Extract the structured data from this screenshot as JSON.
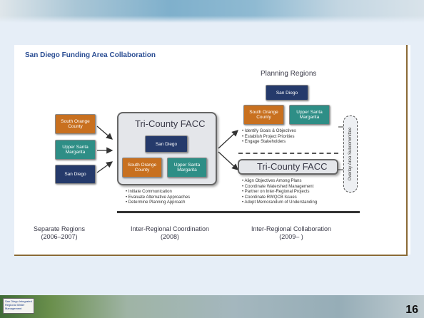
{
  "slide": {
    "number": "16",
    "logo_text": "San Diego Integrated Regional Water Management",
    "title": "San Diego Funding Area Collaboration"
  },
  "separate_regions": {
    "south_orange": "South Orange County",
    "upper_santa_margarita": "Upper Santa Margarita",
    "san_diego": "San Diego"
  },
  "tri_county_left": {
    "title": "Tri-County FACC",
    "san_diego": "San Diego",
    "south_orange": "South Orange County",
    "upper_santa_margarita": "Upper Santa Margarita",
    "bullets": [
      "Initiate Communication",
      "Evaluate Alternative Approaches",
      "Determine Planning Approach"
    ]
  },
  "planning_regions": {
    "label": "Planning Regions",
    "san_diego": "San Diego",
    "south_orange": "South Orange County",
    "upper_santa_margarita": "Upper Santa Margarita",
    "bullets": [
      "Identify Goals & Objectives",
      "Establish Project Priorities",
      "Engage Stakeholders"
    ]
  },
  "tri_county_right": {
    "title": "Tri-County FACC",
    "bullets": [
      "Align Objectives Among Plans",
      "Coordinate Watershed Management",
      "Partner on Inter-Regional Projects",
      "Coordinate RWQCB Issues",
      "Adopt Memorandum of Understanding"
    ]
  },
  "overlay": {
    "label": "Overlay Area Subcommittee"
  },
  "phases": [
    {
      "title": "Separate Regions",
      "years": "(2006–2007)"
    },
    {
      "title": "Inter-Regional Coordination",
      "years": "(2008)"
    },
    {
      "title": "Inter-Regional Collaboration",
      "years": "(2009– )"
    }
  ],
  "colors": {
    "accent_brown": "#8a6a36",
    "title_blue": "#2a4d93",
    "orange": "#c8701f",
    "teal": "#2e8e86",
    "navy": "#253a6b"
  }
}
